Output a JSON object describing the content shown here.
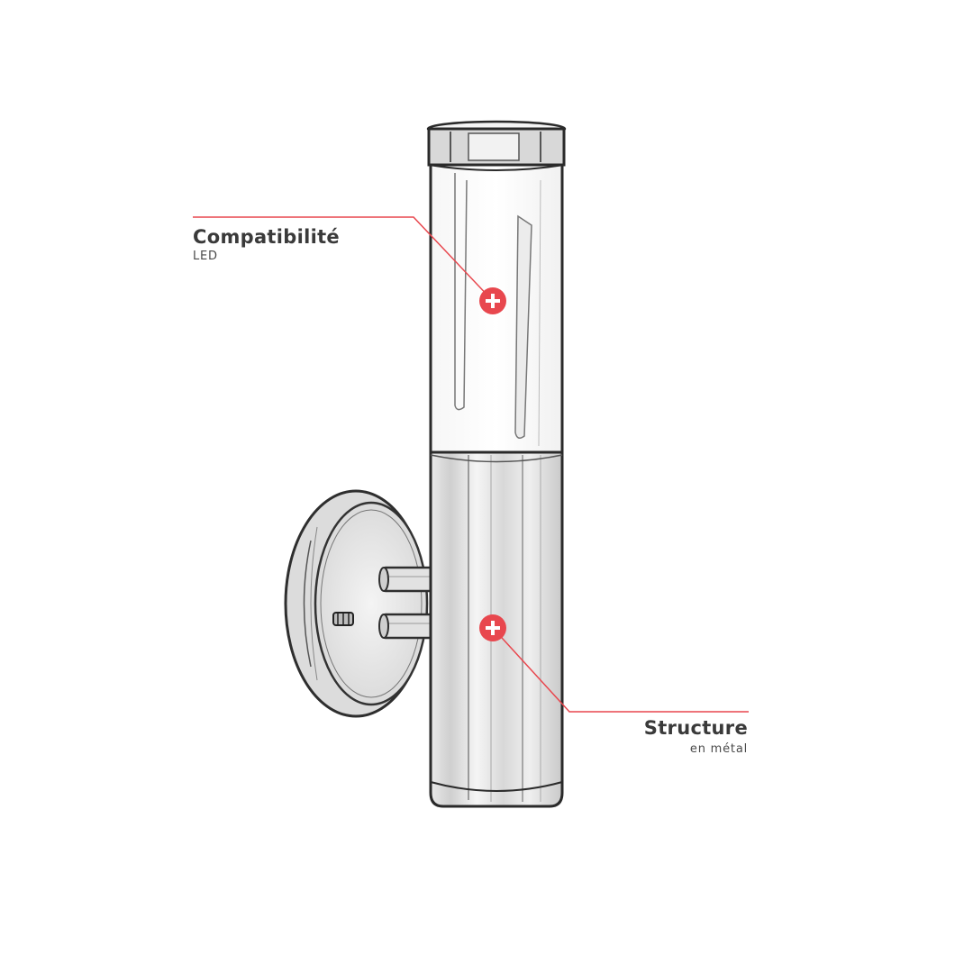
{
  "callouts": [
    {
      "title": "Compatibilité",
      "subtitle": "LED"
    },
    {
      "title": "Structure",
      "subtitle": "en métal"
    }
  ],
  "colors": {
    "accent": "#e8474e",
    "line": "#e8474e",
    "sketch": "#333333",
    "text": "#3a3a3a"
  },
  "icons": {
    "hotspot": "plus-circle-icon"
  }
}
